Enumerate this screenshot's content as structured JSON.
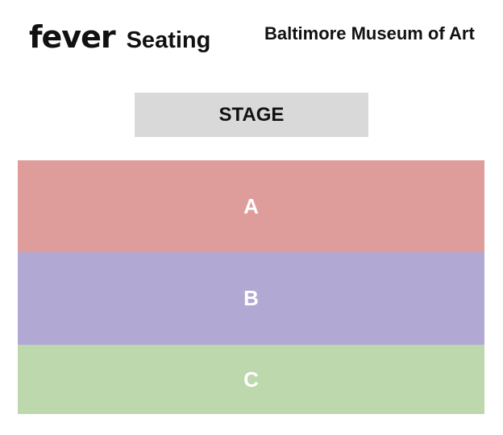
{
  "header": {
    "logo_text": "fever",
    "brand_label": "Seating",
    "venue_name": "Baltimore Museum of Art"
  },
  "stage": {
    "label": "STAGE",
    "color": "#d9d9d9"
  },
  "sections": [
    {
      "label": "A",
      "color": "#de9c9a"
    },
    {
      "label": "B",
      "color": "#b1a8d3"
    },
    {
      "label": "C",
      "color": "#bed8ae"
    }
  ]
}
